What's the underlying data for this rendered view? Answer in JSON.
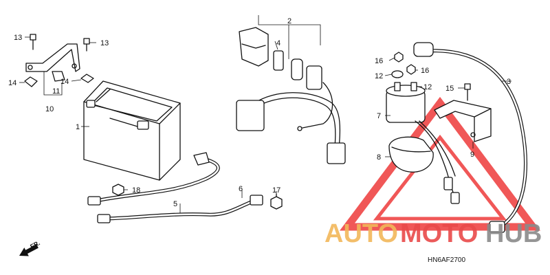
{
  "callouts": [
    {
      "id": "c1",
      "text": "1"
    },
    {
      "id": "c2",
      "text": "2"
    },
    {
      "id": "c3",
      "text": "3"
    },
    {
      "id": "c4",
      "text": "4"
    },
    {
      "id": "c5",
      "text": "5"
    },
    {
      "id": "c6",
      "text": "6"
    },
    {
      "id": "c7",
      "text": "7"
    },
    {
      "id": "c8",
      "text": "8"
    },
    {
      "id": "c9",
      "text": "9"
    },
    {
      "id": "c10",
      "text": "10"
    },
    {
      "id": "c11",
      "text": "11"
    },
    {
      "id": "c12a",
      "text": "12"
    },
    {
      "id": "c12b",
      "text": "12"
    },
    {
      "id": "c13a",
      "text": "13"
    },
    {
      "id": "c13b",
      "text": "13"
    },
    {
      "id": "c14a",
      "text": "14"
    },
    {
      "id": "c14b",
      "text": "14"
    },
    {
      "id": "c15",
      "text": "15"
    },
    {
      "id": "c16a",
      "text": "16"
    },
    {
      "id": "c16b",
      "text": "16"
    },
    {
      "id": "c17",
      "text": "17"
    },
    {
      "id": "c18",
      "text": "18"
    }
  ],
  "direction_label": "FR.",
  "diagram_code": "HN6AF2700",
  "watermark": {
    "part1": "AUTO",
    "part2": "MOTO",
    "part3": "HUB",
    "color_auto": "#f2b75a",
    "color_moto": "#e94a4a",
    "color_hub": "#8a8a8a",
    "triangle_color": "#ee3a3a"
  }
}
